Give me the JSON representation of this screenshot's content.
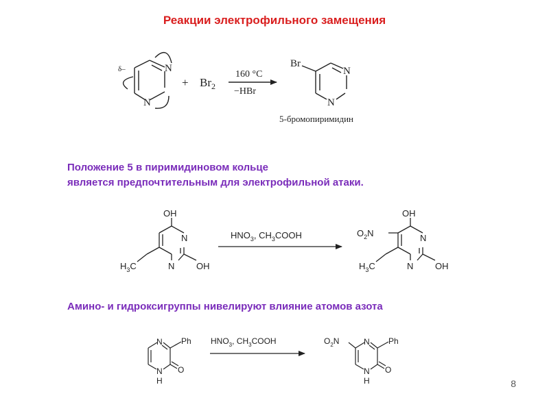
{
  "slide": {
    "title": "Реакции электрофильного замещения",
    "note_line1": "Положение 5 в пиримидиновом кольце",
    "note_line2": "является предпочтительным для электрофильной атаки.",
    "note3": "Амино- и гидроксигруппы нивелируют влияние атомов азота",
    "page_number": "8"
  },
  "scheme1": {
    "reactant_n_top": "N",
    "reactant_n_bottom": "N",
    "delta_label": "δ–",
    "plus": "+",
    "reagent": "Br",
    "reagent_sub": "2",
    "condition_top": "160 °C",
    "condition_bottom": "−HBr",
    "product_br": "Br",
    "product_n_top": "N",
    "product_n_bottom": "N",
    "product_name": "5-бромопиримидин"
  },
  "scheme2": {
    "reactant": {
      "oh_top": "OH",
      "n_right": "N",
      "n_bottom": "N",
      "oh_right": "OH",
      "ch3": "H",
      "ch3_sub": "3",
      "ch3_c": "C"
    },
    "conditions": {
      "hno": "HNO",
      "hno_sub": "3",
      "sep": ", CH",
      "ch_sub": "3",
      "cooh": "COOH"
    },
    "product": {
      "oh_top": "OH",
      "no2_o": "O",
      "no2_sub": "2",
      "no2_n": "N",
      "n_right": "N",
      "n_bottom": "N",
      "oh_right": "OH",
      "ch3": "H",
      "ch3_sub": "3",
      "ch3_c": "C"
    }
  },
  "scheme3": {
    "reactant": {
      "n_top": "N",
      "ph": "Ph",
      "nh_n": "N",
      "nh_h": "H",
      "o": "O"
    },
    "conditions": {
      "hno": "HNO",
      "hno_sub": "3",
      "sep": ", CH",
      "ch_sub": "3",
      "cooh": "COOH"
    },
    "product": {
      "no2_o": "O",
      "no2_sub": "2",
      "no2_n": "N",
      "n_top": "N",
      "ph": "Ph",
      "nh_n": "N",
      "nh_h": "H",
      "o": "O"
    }
  },
  "colors": {
    "title": "#d91e1e",
    "notes": "#7a2cba",
    "ink": "#222222"
  }
}
